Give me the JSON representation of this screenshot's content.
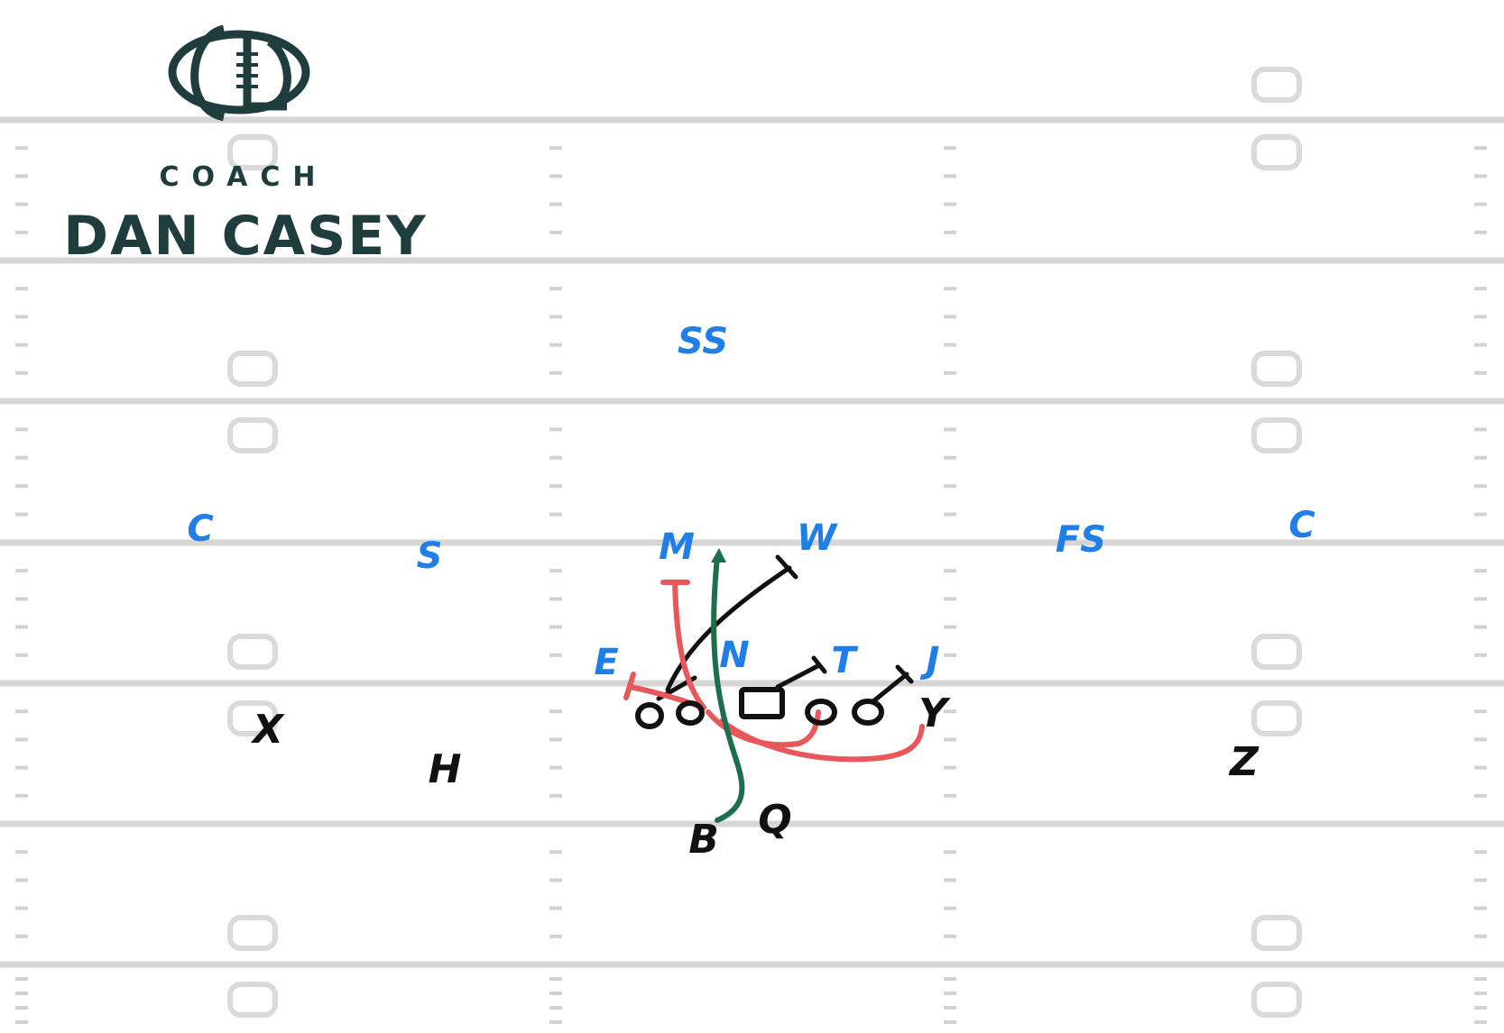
{
  "logo": {
    "line1": "COACH",
    "line2": "DAN CASEY",
    "color": "#203d3d"
  },
  "offense": {
    "color": "#111111",
    "players": {
      "x": "X",
      "h": "H",
      "y": "Y",
      "z": "Z",
      "q": "Q",
      "b": "B"
    }
  },
  "defense": {
    "color": "#1f7ee8",
    "players": {
      "ss": "SS",
      "c_left": "C",
      "s": "S",
      "m": "M",
      "w": "W",
      "fs": "FS",
      "c_right": "C",
      "e": "E",
      "n": "N",
      "t": "T",
      "j": "J"
    }
  },
  "colors": {
    "field": "#ffffff",
    "yardline": "#d6d6d6",
    "red_blocks": "#e8585a",
    "green_run": "#1b6f4a"
  }
}
